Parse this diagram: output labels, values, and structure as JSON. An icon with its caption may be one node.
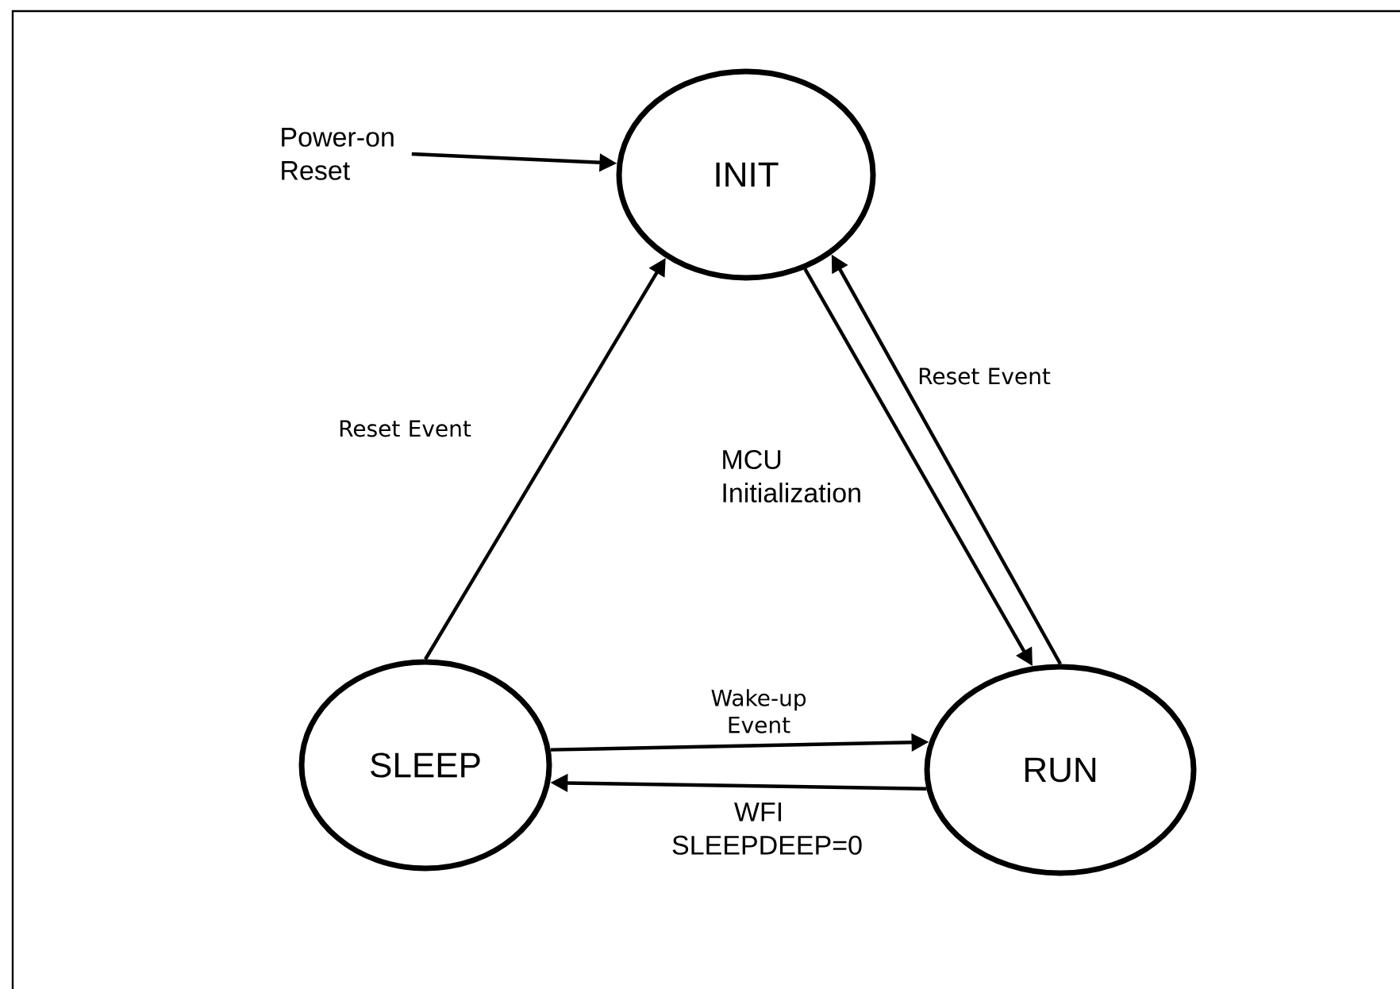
{
  "diagram": {
    "nodes": [
      {
        "text": [
          "Power-on Reset"
        ]
      },
      {
        "text": [
          "INIT"
        ]
      },
      {
        "text": [
          "SLEEP"
        ]
      },
      {
        "text": [
          "RUN"
        ]
      }
    ],
    "edges": [
      {
        "from": 0,
        "to": 1,
        "arrow": "to"
      },
      {
        "from": 2,
        "to": 1,
        "arrow": "to",
        "label": "Reset Event"
      },
      {
        "from": 1,
        "to": 3,
        "arrow": "to",
        "label": "MCU Initialization"
      },
      {
        "from": 3,
        "to": 1,
        "arrow": "to",
        "label": "Reset Event"
      },
      {
        "from": 2,
        "to": 3,
        "arrow": "to",
        "label": "Wake-up Event"
      },
      {
        "from": 3,
        "to": 2,
        "arrow": "to",
        "label": "WFI SLEEPDEEP=0"
      }
    ]
  }
}
